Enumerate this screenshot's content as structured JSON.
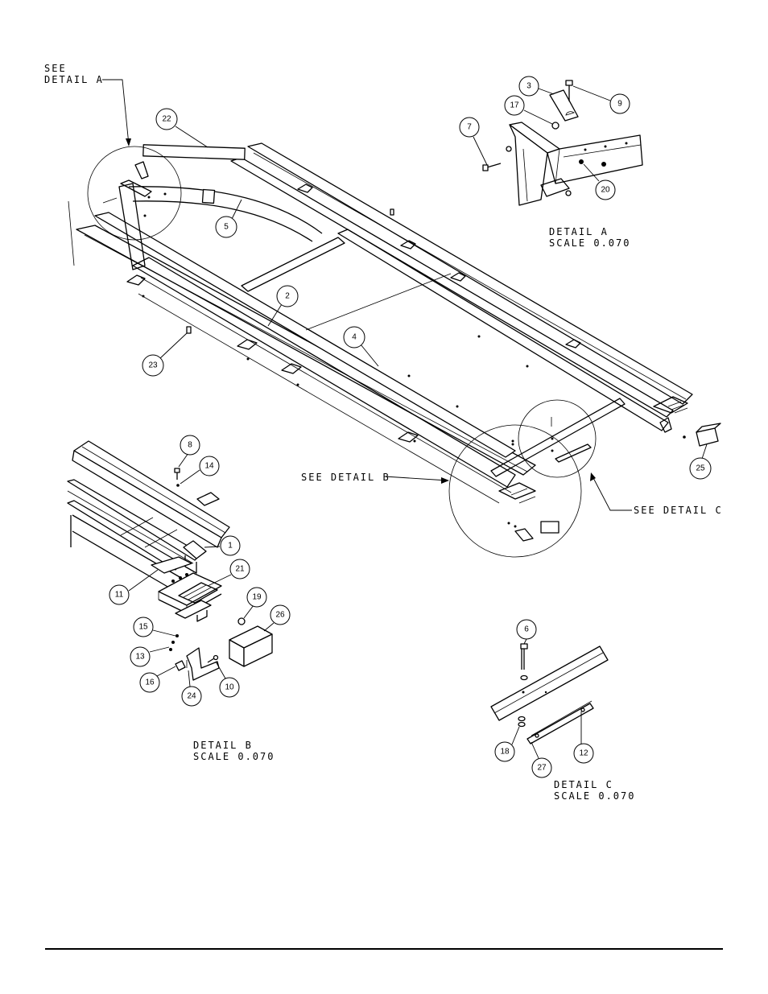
{
  "callouts": {
    "see_detail_a": [
      "SEE",
      "DETAIL  A"
    ],
    "see_detail_b": "SEE DETAIL  B",
    "see_detail_c": "SEE DETAIL  C",
    "detail_a": [
      "DETAIL  A",
      "SCALE  0.070"
    ],
    "detail_b": [
      "DETAIL  B",
      "SCALE  0.070"
    ],
    "detail_c": [
      "DETAIL  C",
      "SCALE  0.070"
    ]
  },
  "balloons": {
    "main": [
      "22",
      "5",
      "2",
      "4",
      "23",
      "25"
    ],
    "detail_a": [
      "3",
      "9",
      "17",
      "7",
      "20"
    ],
    "detail_b": [
      "8",
      "14",
      "1",
      "21",
      "11",
      "19",
      "26",
      "15",
      "13",
      "16",
      "24",
      "10"
    ],
    "detail_c": [
      "6",
      "18",
      "27",
      "12"
    ]
  },
  "colors": {
    "ink": "#000000",
    "paper": "#ffffff"
  }
}
